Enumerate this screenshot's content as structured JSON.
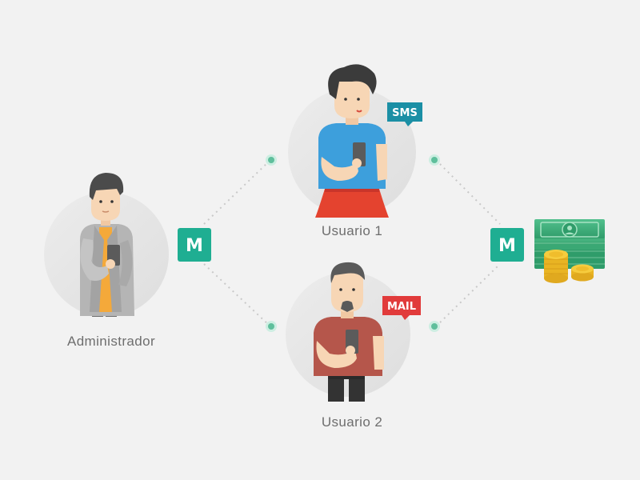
{
  "nodes": {
    "admin": {
      "label": "Administrador"
    },
    "user1": {
      "label": "Usuario 1",
      "badge": "SMS"
    },
    "user2": {
      "label": "Usuario 2",
      "badge": "MAIL"
    }
  },
  "connectors": {
    "left": {
      "letter": "M"
    },
    "right": {
      "letter": "M"
    }
  },
  "icons": {
    "money": "money-stack-with-coins",
    "connector": "m-badge-icon",
    "node_dot": "teal-dot"
  },
  "colors": {
    "background": "#f2f2f2",
    "teal": "#1fae92",
    "teal_dot": "#8fd1bd",
    "sms_badge": "#1b8fa5",
    "mail_badge": "#e13b3b",
    "circle": "#e6e6e6",
    "label": "#6e6e6e",
    "money_green": "#3fae7c",
    "coin": "#f2c232"
  }
}
